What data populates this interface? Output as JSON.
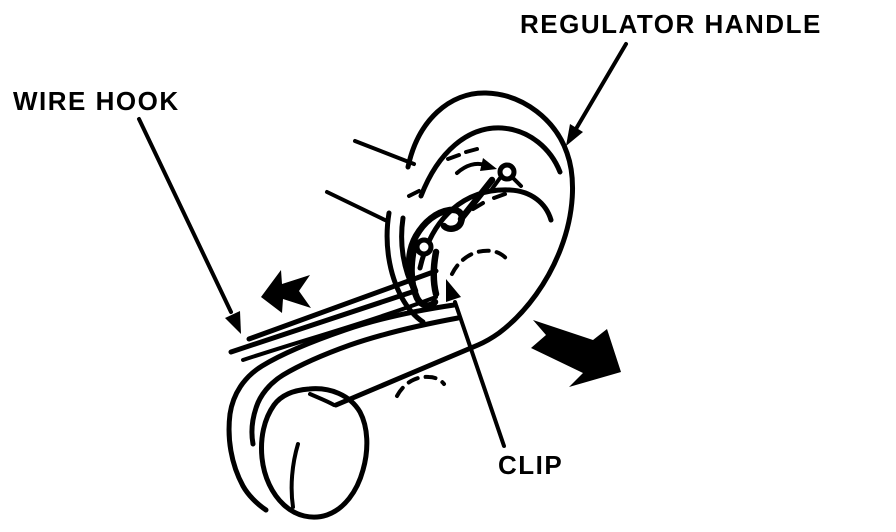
{
  "colors": {
    "ink": "#000000",
    "paper": "#ffffff"
  },
  "labels": {
    "regulator_handle": "REGULATOR HANDLE",
    "wire_hook": "WIRE HOOK",
    "clip": "CLIP"
  },
  "icons": {
    "pull_left_arrow": "block-arrow-left",
    "pull_down_right_arrow": "block-arrow-down-right",
    "leader_arrowhead": "filled-triangle",
    "wire_motion_arrow": "small-arrow-right"
  }
}
